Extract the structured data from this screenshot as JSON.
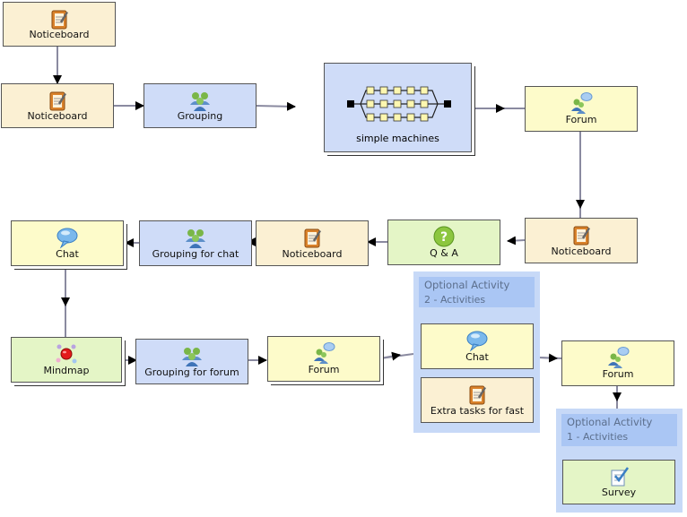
{
  "activities": {
    "noticeboard_1": "Noticeboard",
    "noticeboard_2": "Noticeboard",
    "grouping_1": "Grouping",
    "simple_machines": "simple machines",
    "forum_1": "Forum",
    "noticeboard_3": "Noticeboard",
    "qa": "Q & A",
    "noticeboard_4": "Noticeboard",
    "grouping_chat": "Grouping for chat",
    "chat_1": "Chat",
    "mindmap": "Mindmap",
    "grouping_forum": "Grouping for forum",
    "forum_2": "Forum",
    "forum_3": "Forum"
  },
  "optional_1": {
    "title": "Optional Activity",
    "count": "2 - Activities",
    "items": [
      "Chat",
      "Extra tasks for fast"
    ]
  },
  "optional_2": {
    "title": "Optional Activity",
    "count": "1 - Activities",
    "items": [
      "Survey"
    ]
  },
  "colors": {
    "noticeboard": "#fbf0d3",
    "grouping": "#cfdcf8",
    "forum_chat": "#fdfbca",
    "qa_mindmap_survey": "#e4f5c6",
    "optional_container": "#c7d9f7",
    "optional_header": "#aac6f4",
    "connector": "#8a8aa0"
  },
  "icons": {
    "noticeboard": "notepad-icon",
    "grouping": "group-people-icon",
    "forum": "forum-people-bubble-icon",
    "chat": "speech-bubble-icon",
    "qa": "question-mark-icon",
    "mindmap": "mindmap-nodes-icon",
    "survey": "survey-checklist-icon",
    "sequence": "branching-sequence-icon"
  }
}
